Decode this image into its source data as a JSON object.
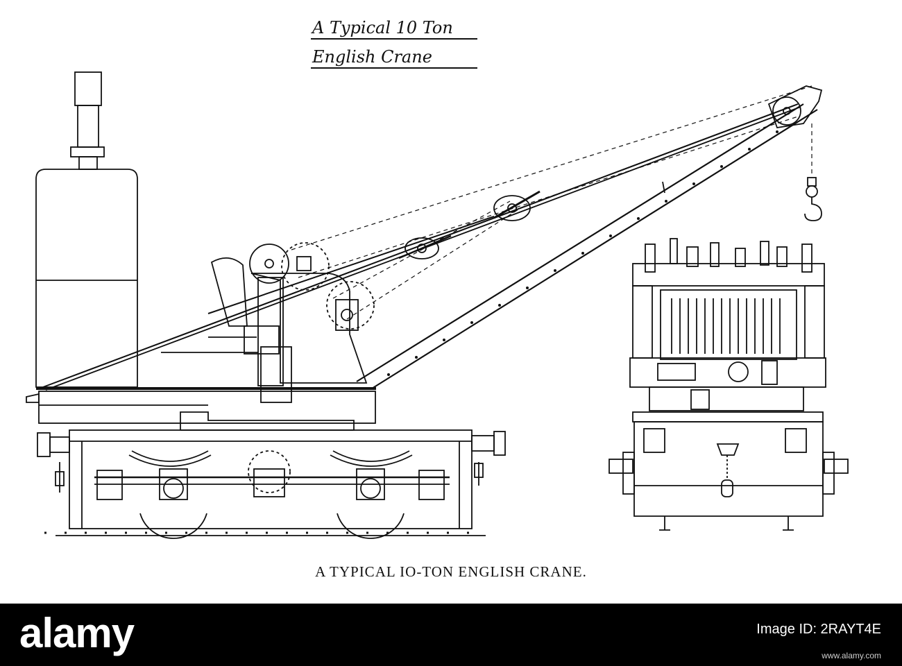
{
  "drawing": {
    "handwritten_title_line1": "A Typical 10 Ton",
    "handwritten_title_line2": "English Crane",
    "caption": "A TYPICAL IO-TON ENGLISH CRANE."
  },
  "footer": {
    "logo": "alamy",
    "image_id_label": "Image ID: 2RAYT4E",
    "url": "www.alamy.com"
  }
}
